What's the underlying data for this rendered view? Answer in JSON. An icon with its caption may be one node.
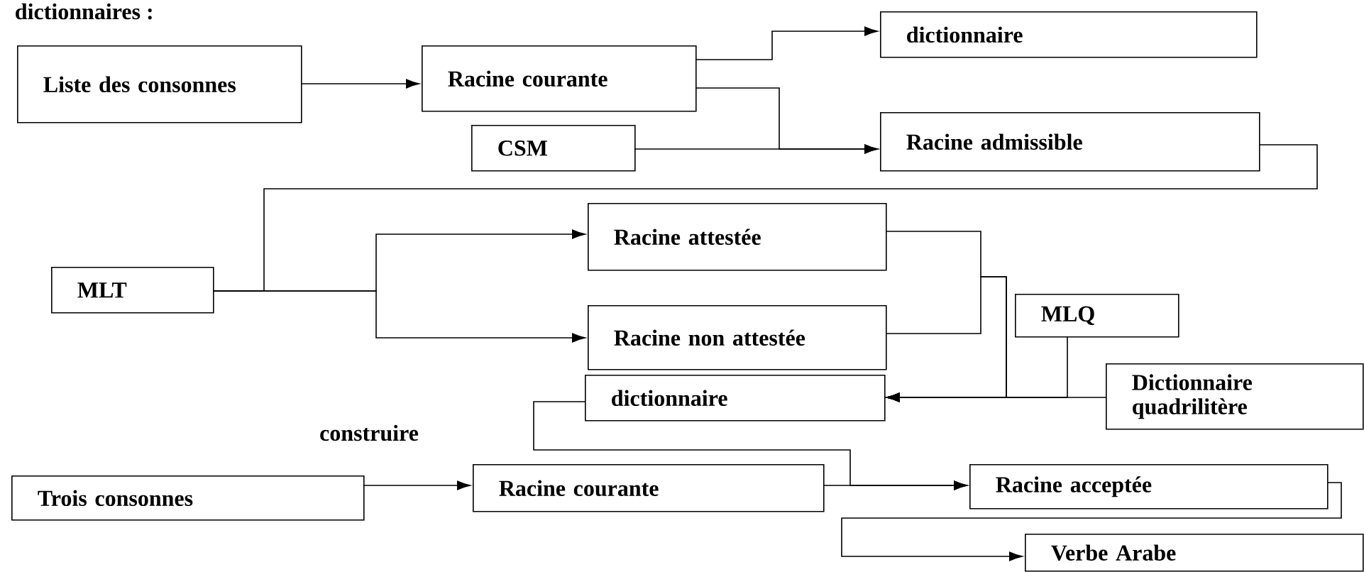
{
  "diagram": {
    "title": "dictionnaires :",
    "nodes": [
      {
        "text": [
          "Liste des consonnes"
        ]
      },
      {
        "text": [
          "Racine courante"
        ]
      },
      {
        "text": [
          "dictionnaire"
        ]
      },
      {
        "text": [
          "CSM"
        ]
      },
      {
        "text": [
          "Racine admissible"
        ]
      },
      {
        "text": [
          "MLT"
        ]
      },
      {
        "text": [
          "Racine attestée"
        ]
      },
      {
        "text": [
          "Racine non attestée"
        ]
      },
      {
        "text": [
          "MLQ"
        ]
      },
      {
        "text": [
          "dictionnaire"
        ]
      },
      {
        "text": [
          "Dictionnaire quadrilitère"
        ]
      },
      {
        "text": [
          "Trois consonnes"
        ]
      },
      {
        "text": [
          "Racine courante"
        ]
      },
      {
        "text": [
          "Racine acceptée"
        ]
      },
      {
        "text": [
          "Verbe Arabe"
        ]
      }
    ],
    "edges": [
      {
        "from": 0,
        "to": 1,
        "arrow": "to"
      },
      {
        "from": 1,
        "to": 2,
        "arrow": "to"
      },
      {
        "from": 1,
        "to": 4,
        "arrow": "to"
      },
      {
        "from": 3,
        "to": 4,
        "arrow": "to"
      },
      {
        "from": 4,
        "to": 5,
        "arrow": "none"
      },
      {
        "from": 5,
        "to": 6,
        "arrow": "to"
      },
      {
        "from": 5,
        "to": 7,
        "arrow": "to"
      },
      {
        "from": 6,
        "to": 9,
        "arrow": "to"
      },
      {
        "from": 7,
        "to": 9,
        "arrow": "to"
      },
      {
        "from": 8,
        "to": 9,
        "arrow": "to"
      },
      {
        "from": 10,
        "to": 9,
        "arrow": "to"
      },
      {
        "from": 9,
        "to": 13,
        "arrow": "to"
      },
      {
        "from": 12,
        "to": 13,
        "arrow": "to"
      },
      {
        "from": 11,
        "to": 12,
        "arrow": "to"
      },
      {
        "from": 13,
        "to": 14,
        "arrow": "to"
      }
    ],
    "labels": [
      "construire"
    ]
  }
}
